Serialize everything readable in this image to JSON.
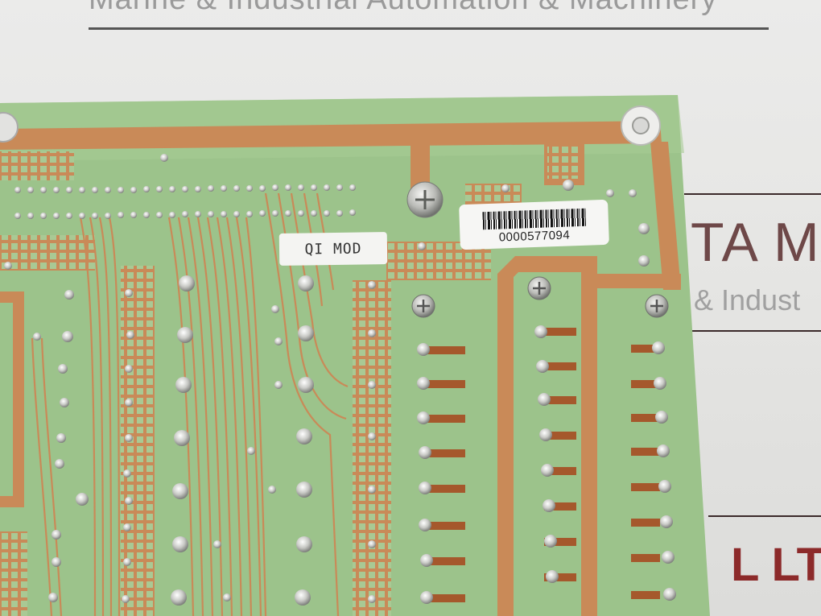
{
  "header": {
    "text": "Marine & Industrial Automation & Machinery"
  },
  "background_sign": {
    "line1": "TA MA",
    "line2": "& Indust",
    "line3": "L LTD"
  },
  "board": {
    "module_label": "QI MOD",
    "serial_number": "0000577094"
  },
  "colors": {
    "pcb_green": "#9bc08a",
    "copper": "#c98a58",
    "solder": "#cfd0cc"
  }
}
